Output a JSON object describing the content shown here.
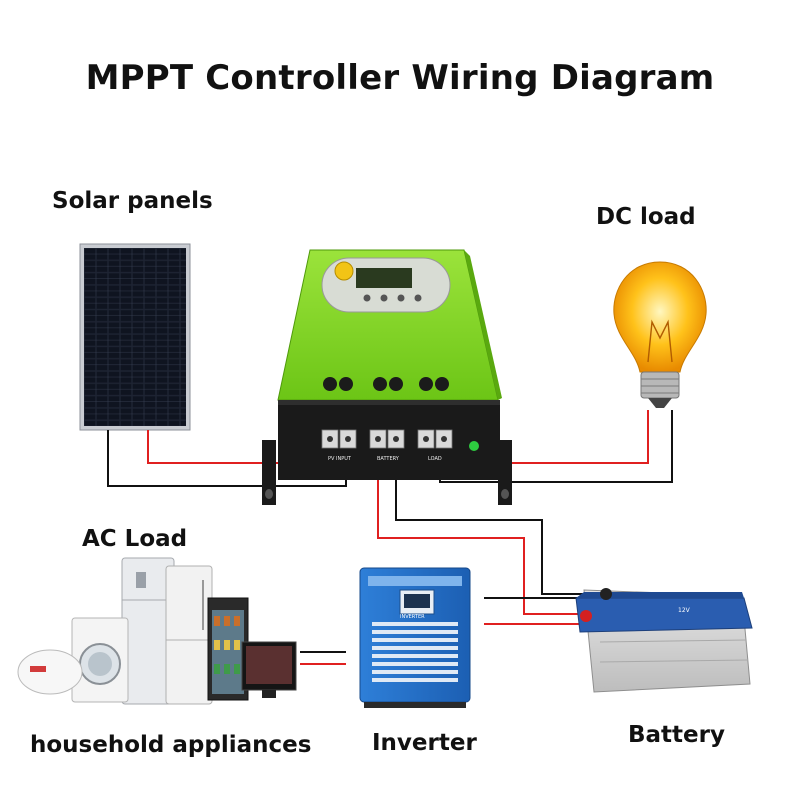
{
  "title": "MPPT Controller Wiring Diagram",
  "labels": {
    "solar_panels": "Solar panels",
    "dc_load": "DC load",
    "ac_load": "AC Load",
    "household_appliances": "household appliances",
    "inverter": "Inverter",
    "battery": "Battery"
  },
  "controller": {
    "terminal_labels": [
      "PV INPUT",
      "BATTERY",
      "LOAD"
    ],
    "body_color": "#7ed321",
    "base_color": "#1a1a1a"
  },
  "inverter_panel_text": "INVERTER",
  "battery_text": "12V",
  "wire_colors": {
    "positive": "#e02020",
    "negative": "#111111"
  }
}
